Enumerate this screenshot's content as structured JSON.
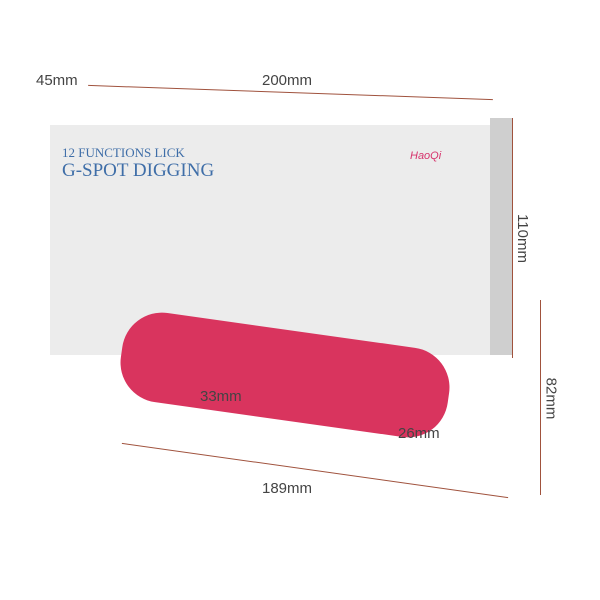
{
  "dimensions": {
    "box_depth": "45mm",
    "box_width": "200mm",
    "box_height": "110mm",
    "product_height": "82mm",
    "product_length": "189mm",
    "shaft_diameter": "33mm",
    "ring_diameter": "26mm"
  },
  "packaging": {
    "title_line1": "12 FUNCTIONS LICK",
    "title_line2": "G-SPOT DIGGING",
    "brand": "HaoQi"
  },
  "colors": {
    "product": "#d9345e",
    "box": "#ececec",
    "text_accent": "#3f6ea8",
    "dimension_line": "#a0523d"
  }
}
